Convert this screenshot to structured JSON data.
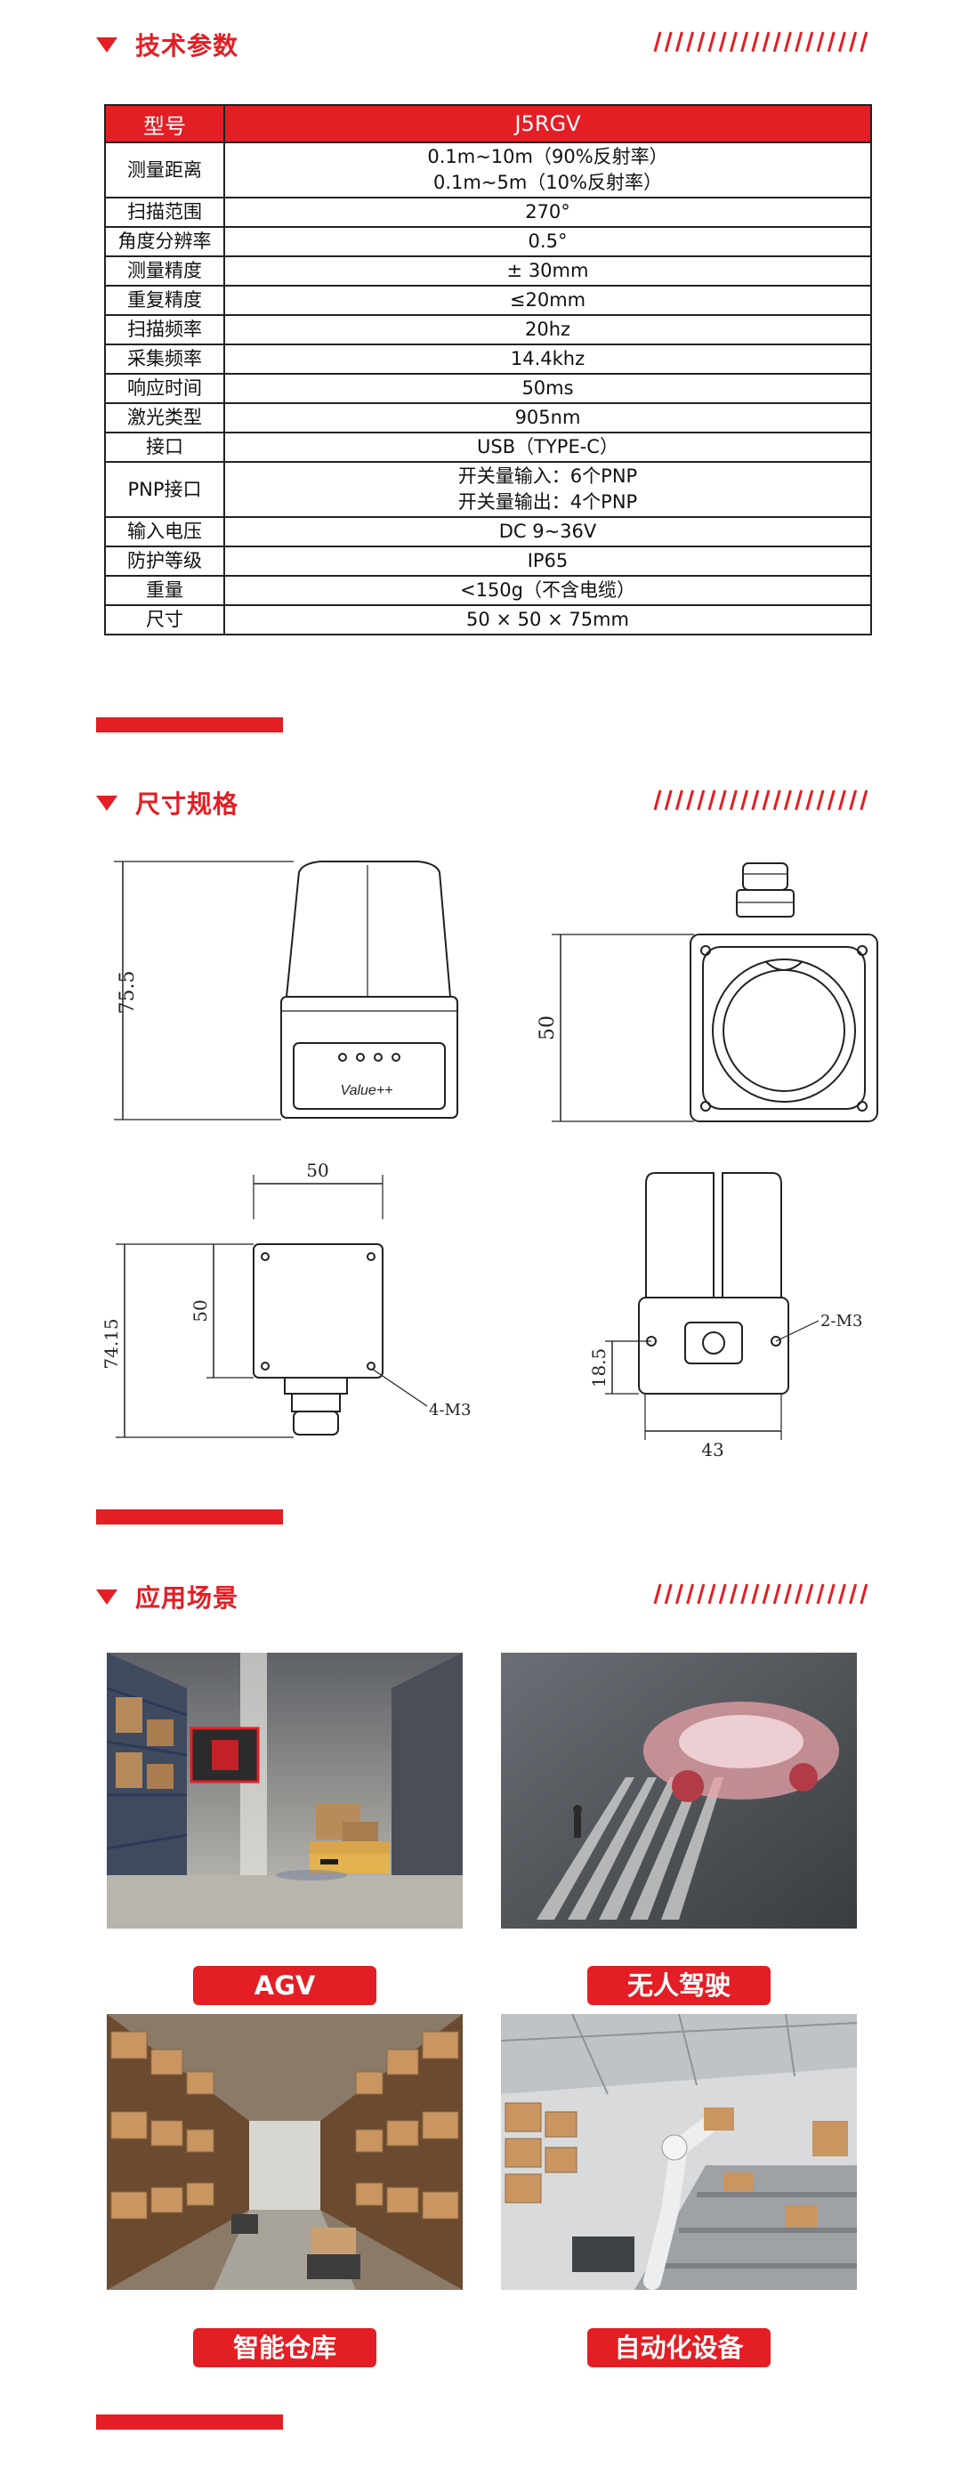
{
  "sections": {
    "specs": {
      "title": "技术参数"
    },
    "dimensions": {
      "title": "尺寸规格"
    },
    "applications": {
      "title": "应用场景"
    }
  },
  "spec_table": {
    "header": {
      "key": "型号",
      "value": "J5RGV"
    },
    "rows": [
      {
        "key": "测量距离",
        "lines": [
          "0.1m~10m（90%反射率）",
          "0.1m~5m（10%反射率）"
        ]
      },
      {
        "key": "扫描范围",
        "lines": [
          "270°"
        ]
      },
      {
        "key": "角度分辨率",
        "lines": [
          "0.5°"
        ]
      },
      {
        "key": "测量精度",
        "lines": [
          "± 30mm"
        ]
      },
      {
        "key": "重复精度",
        "lines": [
          "≤20mm"
        ]
      },
      {
        "key": "扫描频率",
        "lines": [
          "20hz"
        ]
      },
      {
        "key": "采集频率",
        "lines": [
          "14.4khz"
        ]
      },
      {
        "key": "响应时间",
        "lines": [
          "50ms"
        ]
      },
      {
        "key": "激光类型",
        "lines": [
          "905nm"
        ]
      },
      {
        "key": "接口",
        "lines": [
          "USB（TYPE-C）"
        ]
      },
      {
        "key": "PNP接口",
        "lines": [
          "开关量输入：6个PNP",
          "开关量输出：4个PNP"
        ]
      },
      {
        "key": "输入电压",
        "lines": [
          "DC 9~36V"
        ]
      },
      {
        "key": "防护等级",
        "lines": [
          "IP65"
        ]
      },
      {
        "key": "重量",
        "lines": [
          "<150g（不含电缆）"
        ]
      },
      {
        "key": "尺寸",
        "lines": [
          "50 × 50 × 75mm"
        ]
      }
    ]
  },
  "dimension_labels": {
    "front_height": "75.5",
    "back_height": "50",
    "top_width": "50",
    "top_inner_height": "50",
    "top_total_height": "74.15",
    "top_holes": "4-M3",
    "side_holes": "2-M3",
    "side_offset": "18.5",
    "side_width": "43",
    "brand": "Value++"
  },
  "applications": [
    {
      "label": "AGV",
      "scene": "agv-warehouse"
    },
    {
      "label": "无人驾驶",
      "scene": "autonomous-car"
    },
    {
      "label": "智能仓库",
      "scene": "smart-warehouse"
    },
    {
      "label": "自动化设备",
      "scene": "automation-line"
    }
  ],
  "colors": {
    "accent": "#e31e24",
    "line": "#222222"
  }
}
